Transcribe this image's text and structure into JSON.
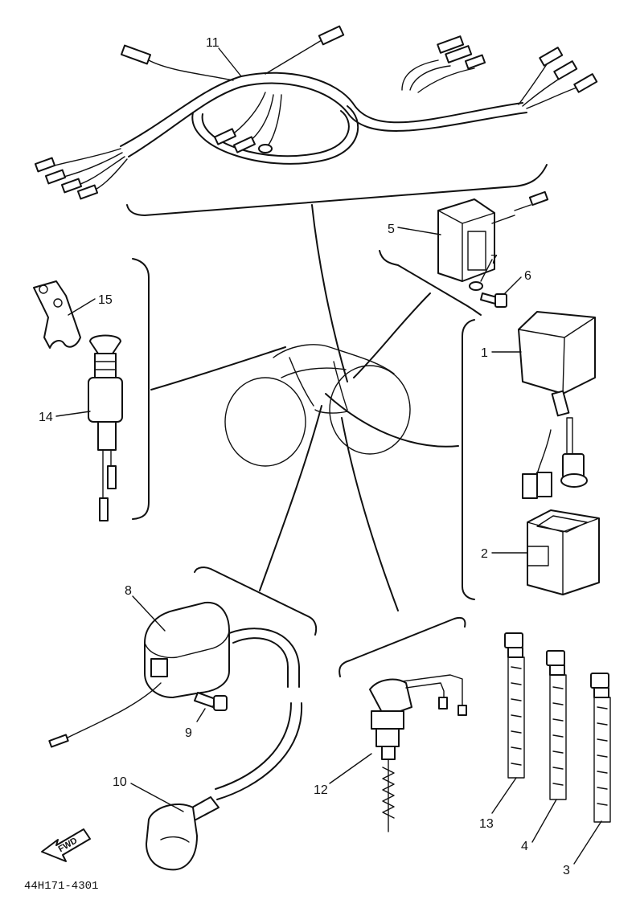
{
  "parts": {
    "p1": "1",
    "p2": "2",
    "p3": "3",
    "p4": "4",
    "p5": "5",
    "p6": "6",
    "p7": "7",
    "p8": "8",
    "p9": "9",
    "p10": "10",
    "p11": "11",
    "p12": "12",
    "p13": "13",
    "p14": "14",
    "p15": "15"
  },
  "direction_label": "FWD",
  "diagram_code": "44H171-4301"
}
